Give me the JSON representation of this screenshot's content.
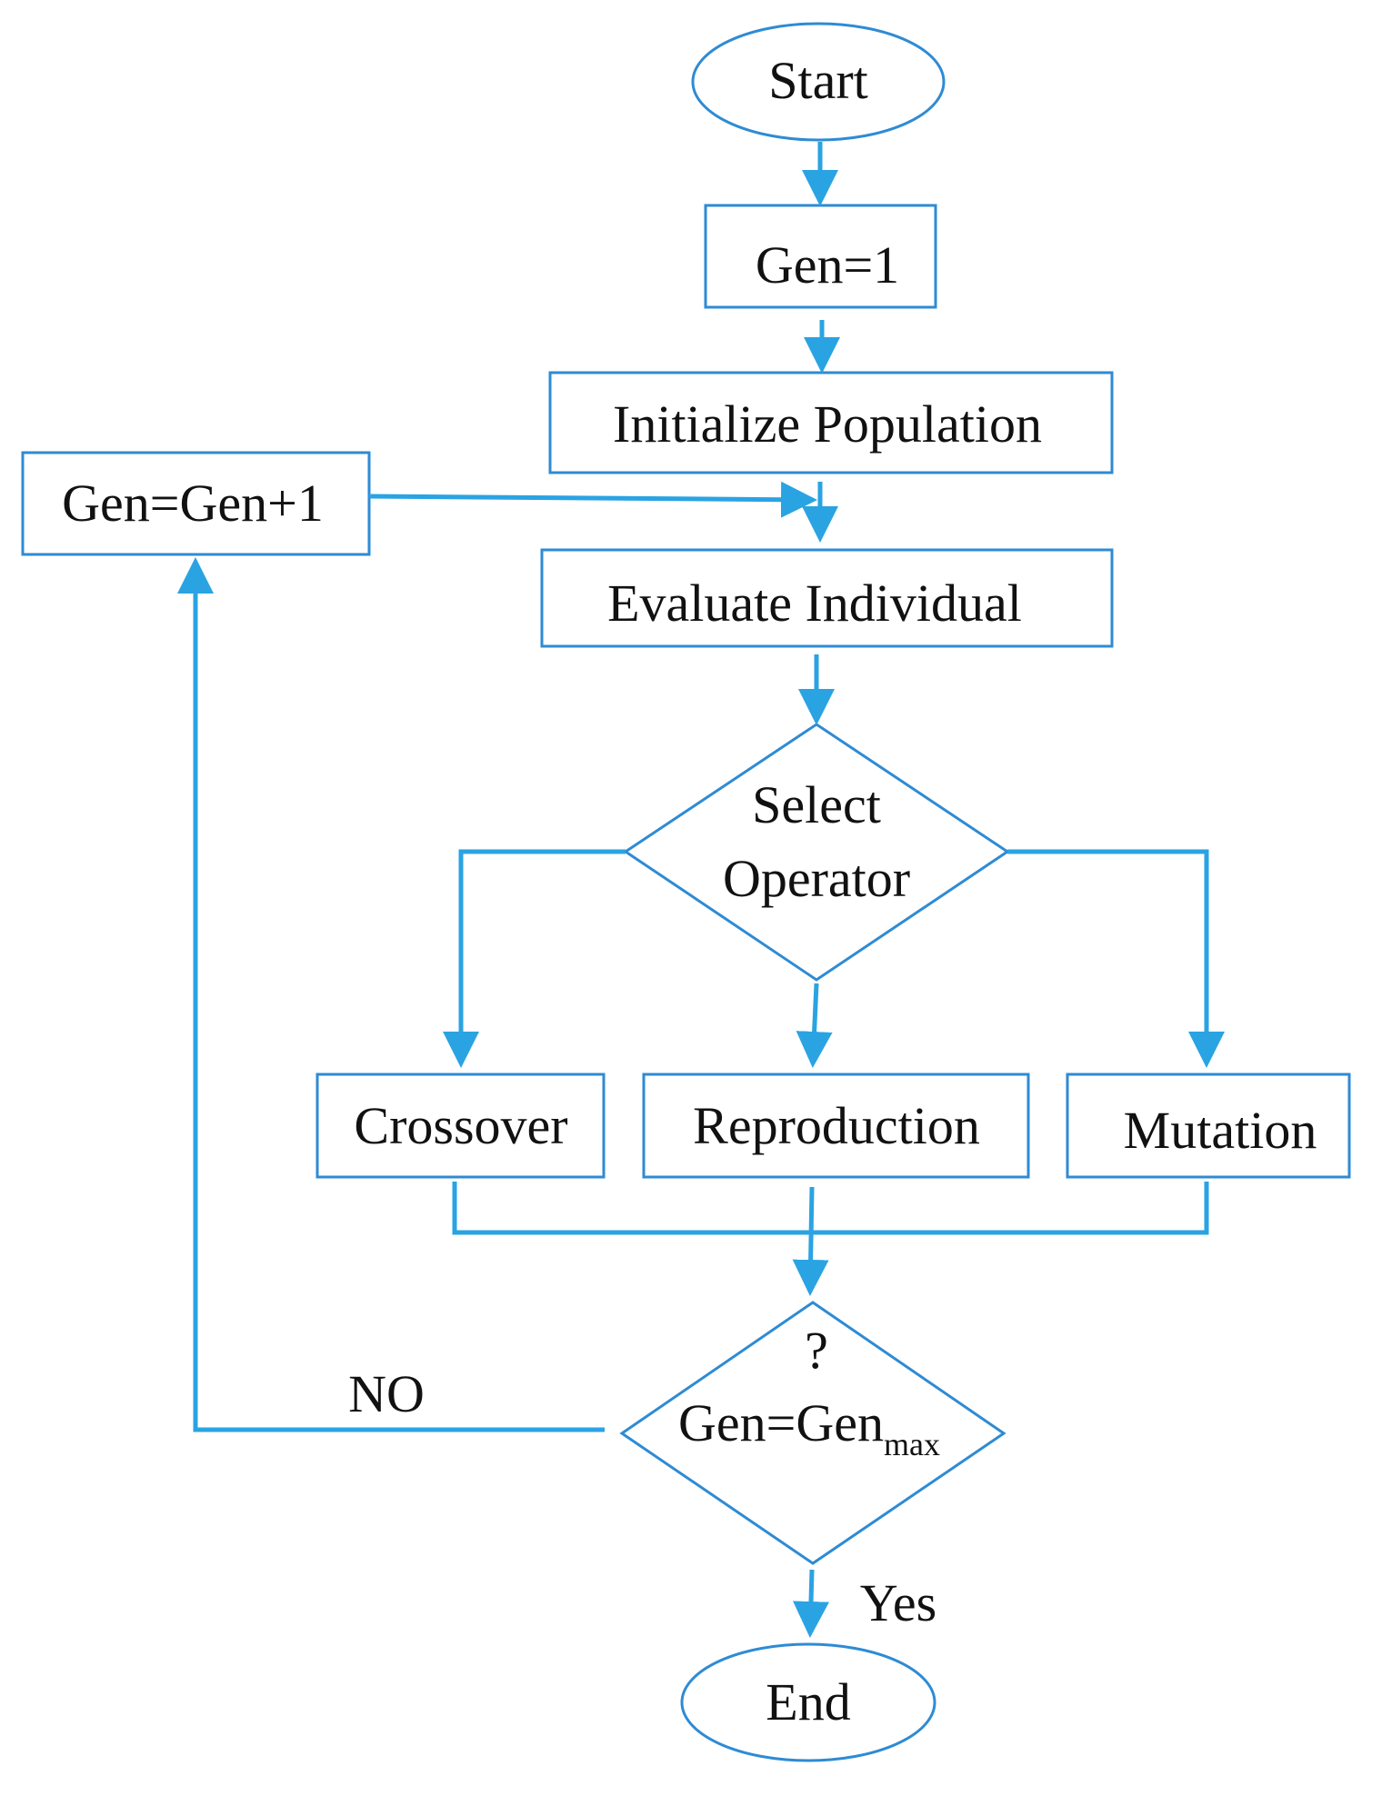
{
  "diagram": {
    "nodes": {
      "start": "Start",
      "gen_init": "Gen=1",
      "init_population": "Initialize Population",
      "gen_increment": "Gen=Gen+1",
      "evaluate": "Evaluate Individual",
      "select_line1": "Select",
      "select_line2": "Operator",
      "crossover": "Crossover",
      "reproduction": "Reproduction",
      "mutation": "Mutation",
      "decision_question": "?",
      "decision_base": "Gen=Gen",
      "decision_sub": "max",
      "end": "End"
    },
    "edge_labels": {
      "no": "NO",
      "yes": "Yes"
    },
    "colors": {
      "stroke": "#2e8bd4",
      "arrow": "#2aa3e3",
      "text": "#111111"
    }
  }
}
